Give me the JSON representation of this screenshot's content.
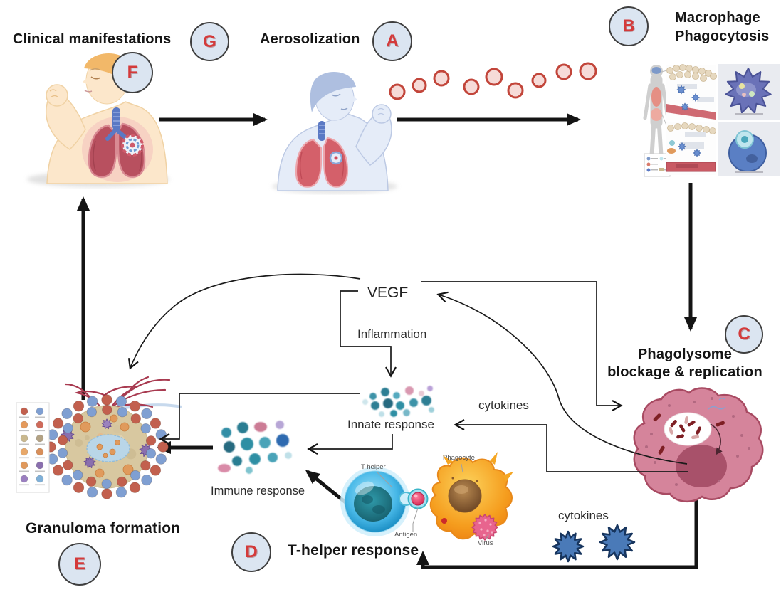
{
  "figure": {
    "badges": {
      "a": "A",
      "b": "B",
      "c": "C",
      "d": "D",
      "e": "E",
      "f": "F",
      "g": "G"
    },
    "labels": {
      "clinical_manifestations": "Clinical manifestations",
      "aerosolization": "Aerosolization",
      "macrophage_line1": "Macrophage",
      "macrophage_line2": "Phagocytosis",
      "phagolysome_line1": "Phagolysome",
      "phagolysome_line2": "blockage & replication",
      "vegf": "VEGF",
      "inflammation": "Inflammation",
      "innate_response": "Innate response",
      "cytokines_upper": "cytokines",
      "immune_response": "Immune response",
      "granuloma_formation": "Granuloma formation",
      "t_helper_response": "T-helper response",
      "cytokines_lower": "cytokines",
      "t_helper": "T helper",
      "phagocyte": "Phagocyte",
      "antigen": "Antigen",
      "virus": "Virus"
    },
    "colors": {
      "badge_fill": "#dbe5f1",
      "badge_border": "#3f3f3f",
      "badge_letter": "#d43a3a",
      "arrow": "#141414",
      "droplet_ring": "#c2453a",
      "droplet_fill": "#f6dbd8",
      "infected_macrophage": "#d5849b",
      "cytokine_star": "#4a7ab8"
    }
  }
}
